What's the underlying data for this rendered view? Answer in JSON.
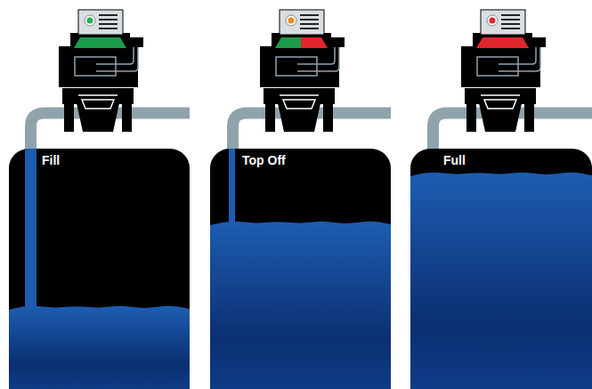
{
  "diagram": {
    "nodes": [
      {
        "text": [
          "Fill"
        ]
      },
      {
        "text": [
          "Top Off"
        ]
      },
      {
        "text": [
          "Full"
        ]
      }
    ]
  }
}
